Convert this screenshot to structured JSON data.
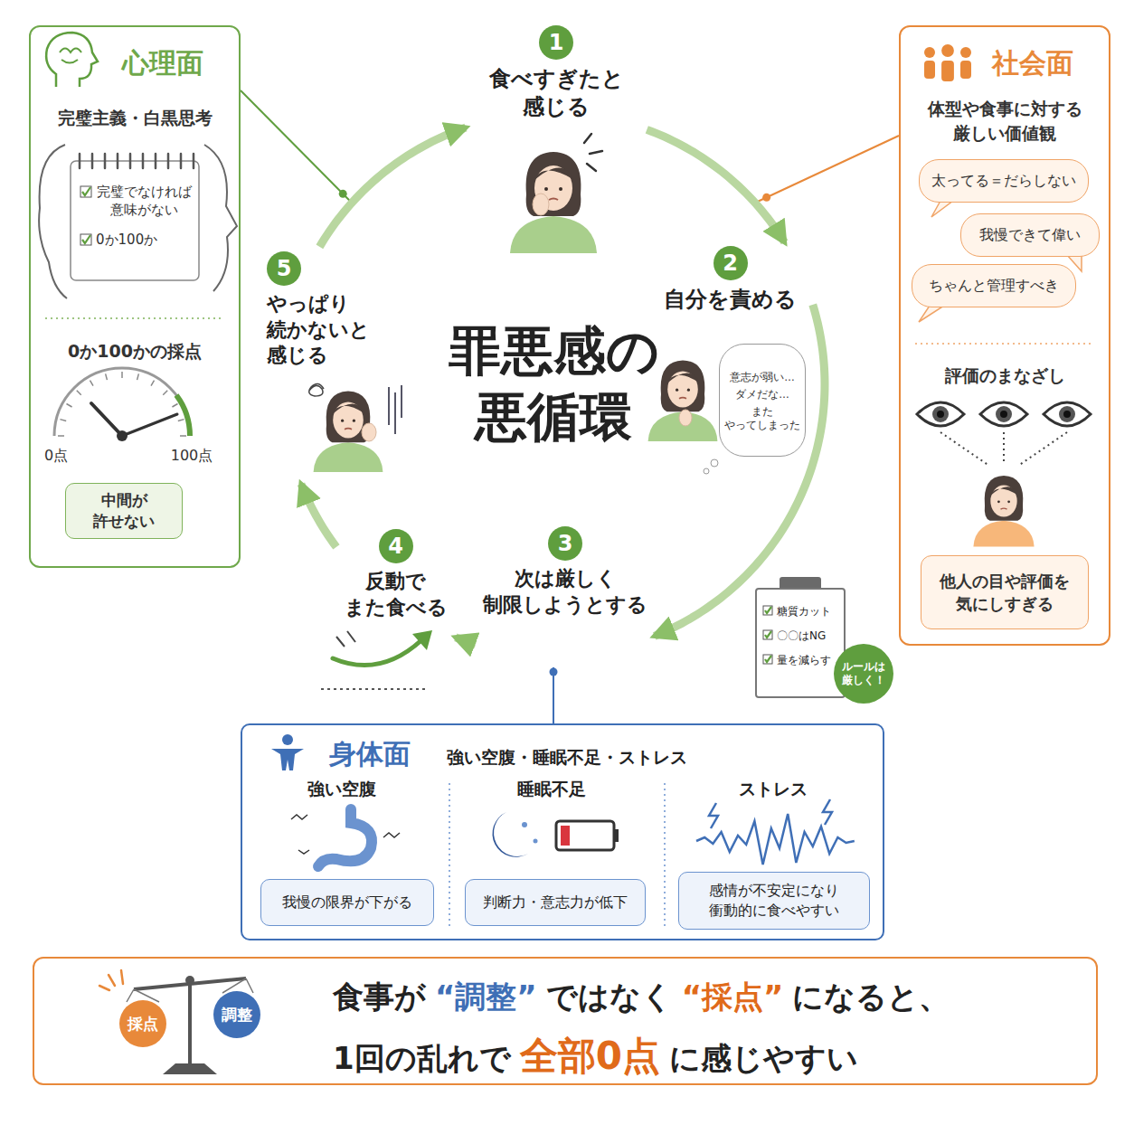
{
  "diagram": {
    "title": "罪悪感の 悪循環",
    "nodes": [
      {
        "text": [
          "1",
          "食べすぎたと 感じる"
        ]
      },
      {
        "text": [
          "2",
          "自分を責める"
        ]
      },
      {
        "text": [
          "意志が弱い…",
          "ダメだな…",
          "また やってしまった"
        ]
      },
      {
        "text": [
          "3",
          "次は厳しく 制限しようとする"
        ]
      },
      {
        "text": [
          "糖質カット",
          "〇〇はNG",
          "量を減らす"
        ]
      },
      {
        "text": [
          "ルールは 厳しく！"
        ]
      },
      {
        "text": [
          "4",
          "反動で また食べる"
        ]
      },
      {
        "text": [
          "5",
          "やっぱり 続かないと 感じる"
        ]
      },
      {
        "text": [
          "心理面",
          "完璧主義・白黒思考"
        ]
      },
      {
        "text": [
          "完璧でなければ 意味がない",
          "0か100か"
        ],
        "in": 8
      },
      {
        "text": [
          "中間が 許せない"
        ],
        "in": 8
      },
      {
        "text": [
          "社会面",
          "体型や食事に対する 厳しい価値観"
        ]
      },
      {
        "text": [
          "太ってる＝だらしない"
        ],
        "in": 11
      },
      {
        "text": [
          "我慢できて偉い"
        ],
        "in": 11
      },
      {
        "text": [
          "ちゃんと管理すべき"
        ],
        "in": 11
      },
      {
        "text": [
          "他人の目や評価を 気にしすぎる"
        ],
        "in": 11
      },
      {
        "text": [
          "身体面",
          "強い空腹・睡眠不足・ストレス"
        ]
      },
      {
        "text": [
          "我慢の限界が下がる"
        ],
        "in": 16
      },
      {
        "text": [
          "判断力・意志力が低下"
        ],
        "in": 16
      },
      {
        "text": [
          "感情が不安定になり 衝動的に食べやすい"
        ],
        "in": 16
      },
      {
        "text": [
          "食事が",
          "“調整”",
          "ではなく",
          "“採点”",
          "になると、",
          "1回の乱れで",
          "全部0点",
          "に感じやすい"
        ]
      },
      {
        "text": [
          "採点"
        ],
        "in": 20
      },
      {
        "text": [
          "調整"
        ],
        "in": 20
      }
    ],
    "edges": [
      {
        "from": 0,
        "to": 1,
        "arrow": "to"
      },
      {
        "from": 1,
        "to": 3,
        "arrow": "to"
      },
      {
        "from": 3,
        "to": 6,
        "arrow": "to"
      },
      {
        "from": 6,
        "to": 7,
        "arrow": "to"
      },
      {
        "from": 7,
        "to": 0,
        "arrow": "to"
      }
    ],
    "labels": [
      "0か100かの採点",
      "0点",
      "100点",
      "評価のまなざし",
      "強い空腹",
      "睡眠不足",
      "ストレス"
    ]
  }
}
